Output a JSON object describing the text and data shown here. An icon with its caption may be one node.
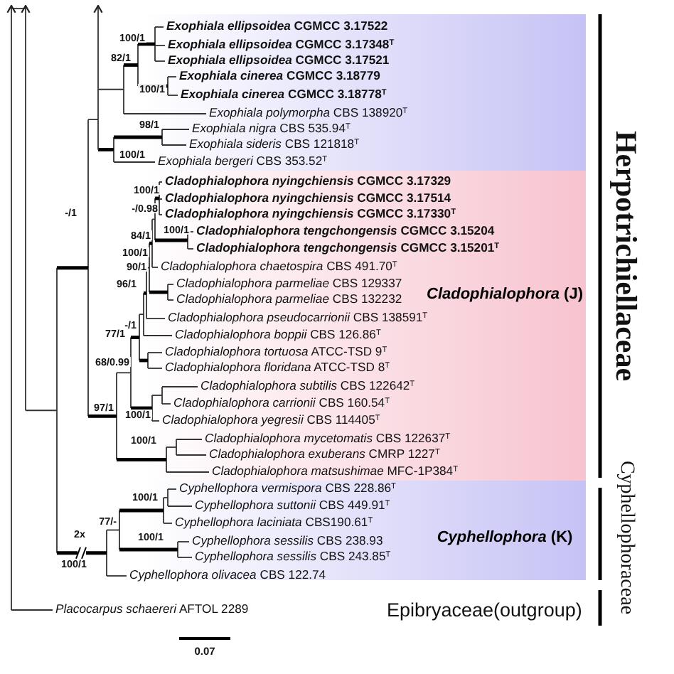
{
  "diagram": {
    "nodes": [
      {
        "text": [],
        "shape": "box"
      },
      {
        "text": [
          "*Cladophialophora* (J)"
        ]
      },
      {
        "text": [
          "*Cyphellophora* (K)"
        ]
      }
    ],
    "labels": [
      "*Exophiala ellipsoidea* CGMCC 3.17522",
      "*Exophiala ellipsoidea* CGMCC 3.17348$^{T}$",
      "*Exophiala ellipsoidea* CGMCC 3.17521",
      "*Exophiala cinerea* CGMCC 3.18779",
      "*Exophiala cinerea* CGMCC 3.18778$^{T}$",
      "*Exophiala polymorpha* CBS 138920$^{T}$",
      "*Exophiala nigra* CBS 535.94$^{T}$",
      "*Exophiala sideris* CBS 121818$^{T}$",
      "*Exophiala bergeri* CBS 353.52$^{T}$",
      "*Cladophialophora nyingchiensis* CGMCC 3.17329",
      "*Cladophialophora nyingchiensis* CGMCC 3.17514",
      "*Cladophialophora nyingchiensis* CGMCC 3.17330$^{T}$",
      "*Cladophialophora tengchongensis* CGMCC 3.15204",
      "*Cladophialophora tengchongensis* CGMCC 3.15201$^{T}$",
      "*Cladophialophora chaetospira* CBS 491.70$^{T}$",
      "*Cladophialophora parmeliae* CBS 129337",
      "*Cladophialophora parmeliae* CBS 132232",
      "*Cladophialophora pseudocarrionii* CBS 138591$^{T}$",
      "*Cladophialophora boppii* CBS 126.86$^{T}$",
      "*Cladophialophora tortuosa* ATCC-TSD 9$^{T}$",
      "*Cladophialophora floridana* ATCC-TSD 8$^{T}$",
      "*Cladophialophora subtilis* CBS 122642$^{T}$",
      "*Cladophialophora carrionii* CBS 160.54$^{T}$",
      "*Cladophialophora yegresii* CBS 114405$^{T}$",
      "*Cladophialophora mycetomatis* CBS 122637$^{T}$",
      "*Cladophialophora exuberans* CMRP 1227$^{T}$",
      "*Cladophialophora matsushimae* MFC-1P384$^{T}$",
      "*Cyphellophora vermispora* CBS 228.86$^{T}$",
      "*Cyphellophora suttonii* CBS 449.91$^{T}$",
      "*Cyphellophora laciniata* CBS190.61$^{T}$",
      "*Cyphellophora sessilis* CBS 238.93",
      "*Cyphellophora sessilis* CBS 243.85$^{T}$",
      "*Cyphellophora olivacea* CBS 122.74",
      "*Placocarpus schaereri* AFTOL 2289",
      "100/1",
      "82/1",
      "100/1",
      "98/1",
      "100/1",
      "100/1",
      "-/0.98",
      "-/1",
      "100/1",
      "84/1",
      "100/1",
      "90/1",
      "96/1",
      "-/1",
      "77/1",
      "68/0.99",
      "97/1",
      "100/1",
      "100/1",
      "100/1",
      "77/-",
      "2x",
      "100/1",
      "100/1",
      "Herpotrichiellaceae",
      "Cyphellophoraceae",
      "Epibryaceae(outgroup)",
      "0.07"
    ]
  }
}
